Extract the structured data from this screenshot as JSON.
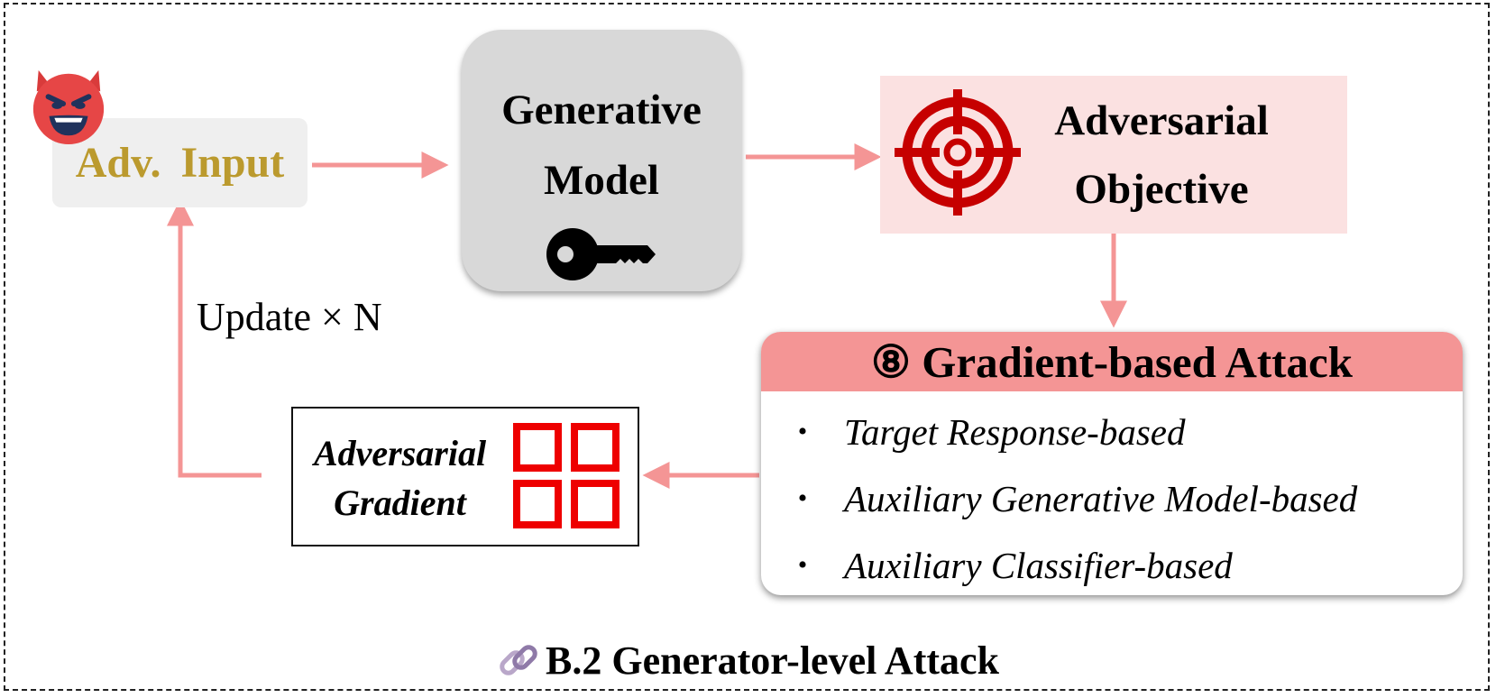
{
  "nodes": {
    "adv_input": {
      "label": "Adv.  Input"
    },
    "generative_model": {
      "line1": "Generative",
      "line2": "Model"
    },
    "adversarial_objective": {
      "line1": "Adversarial",
      "line2": "Objective"
    },
    "adversarial_gradient": {
      "line1": "Adversarial",
      "line2": "Gradient"
    }
  },
  "attack_card": {
    "title": "⑧ Gradient-based Attack",
    "items": [
      "Target Response-based",
      "Auxiliary Generative Model-based",
      "Auxiliary Classifier-based"
    ]
  },
  "loop_label": "Update × N",
  "footer": {
    "title": "B.2 Generator-level Attack"
  },
  "colors": {
    "arrow": "#f49595",
    "adv_input_text": "#bb9a2e",
    "target_red": "#c60000",
    "grid_red": "#ee0000",
    "card_header": "#f49595",
    "objective_bg": "#fbe1e1"
  },
  "icons": [
    "devil-face-icon",
    "key-icon",
    "target-icon",
    "grid-icon",
    "chain-link-icon"
  ]
}
